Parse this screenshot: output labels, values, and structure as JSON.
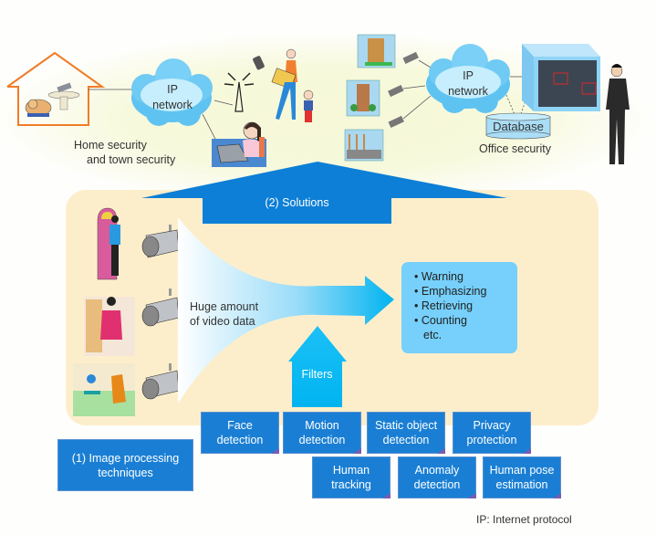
{
  "top_left": {
    "cloud_line1": "IP",
    "cloud_line2": "network",
    "caption_line1": "Home security",
    "caption_line2": "and town security"
  },
  "top_right": {
    "cloud_line1": "IP",
    "cloud_line2": "network",
    "database_label": "Database",
    "caption": "Office security"
  },
  "solutions_arrow": {
    "label": "(2) Solutions"
  },
  "video_flow": {
    "label_line1": "Huge amount",
    "label_line2": "of video data"
  },
  "filters_arrow": {
    "label": "Filters"
  },
  "outputs": {
    "items": [
      "Warning",
      "Emphasizing",
      "Retrieving",
      "Counting"
    ],
    "etc": "etc."
  },
  "image_processing": {
    "line1": "(1) Image processing",
    "line2": "techniques"
  },
  "techniques": [
    {
      "line1": "Face",
      "line2": "detection"
    },
    {
      "line1": "Motion",
      "line2": "detection"
    },
    {
      "line1": "Static object",
      "line2": "detection"
    },
    {
      "line1": "Privacy",
      "line2": "protection"
    },
    {
      "line1": "Human",
      "line2": "tracking"
    },
    {
      "line1": "Anomaly",
      "line2": "detection"
    },
    {
      "line1": "Human pose",
      "line2": "estimation"
    }
  ],
  "footnote": "IP: Internet protocol",
  "colors": {
    "box_blue": "#1a7fd4",
    "arrow_cyan": "#00b4f0",
    "panel_beige": "#fdeecb",
    "output_box": "#76d0fb",
    "house_orange": "#f07c28"
  }
}
